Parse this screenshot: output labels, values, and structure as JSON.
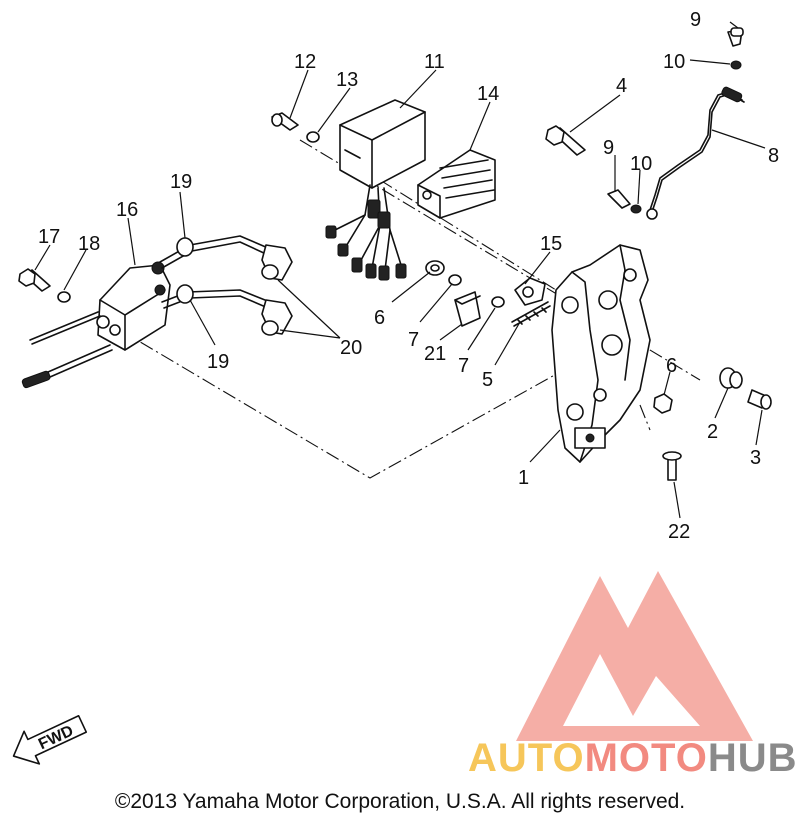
{
  "diagram": {
    "part_labels": [
      "1",
      "2",
      "3",
      "4",
      "5",
      "6",
      "6",
      "7",
      "7",
      "8",
      "9",
      "9",
      "10",
      "10",
      "11",
      "12",
      "13",
      "14",
      "15",
      "16",
      "17",
      "18",
      "19",
      "19",
      "20",
      "21",
      "22"
    ],
    "fwd_label": "FWD",
    "copyright": "©2013 Yamaha Motor Corporation, U.S.A. All rights reserved."
  },
  "watermark": {
    "word_1": "AUTO",
    "word_2": "MOTO",
    "word_3": "HUB",
    "colors": {
      "auto": "#f6c65a",
      "moto": "#f28a80",
      "hub": "#8a8a8a",
      "logo": "#f4a59c"
    }
  }
}
